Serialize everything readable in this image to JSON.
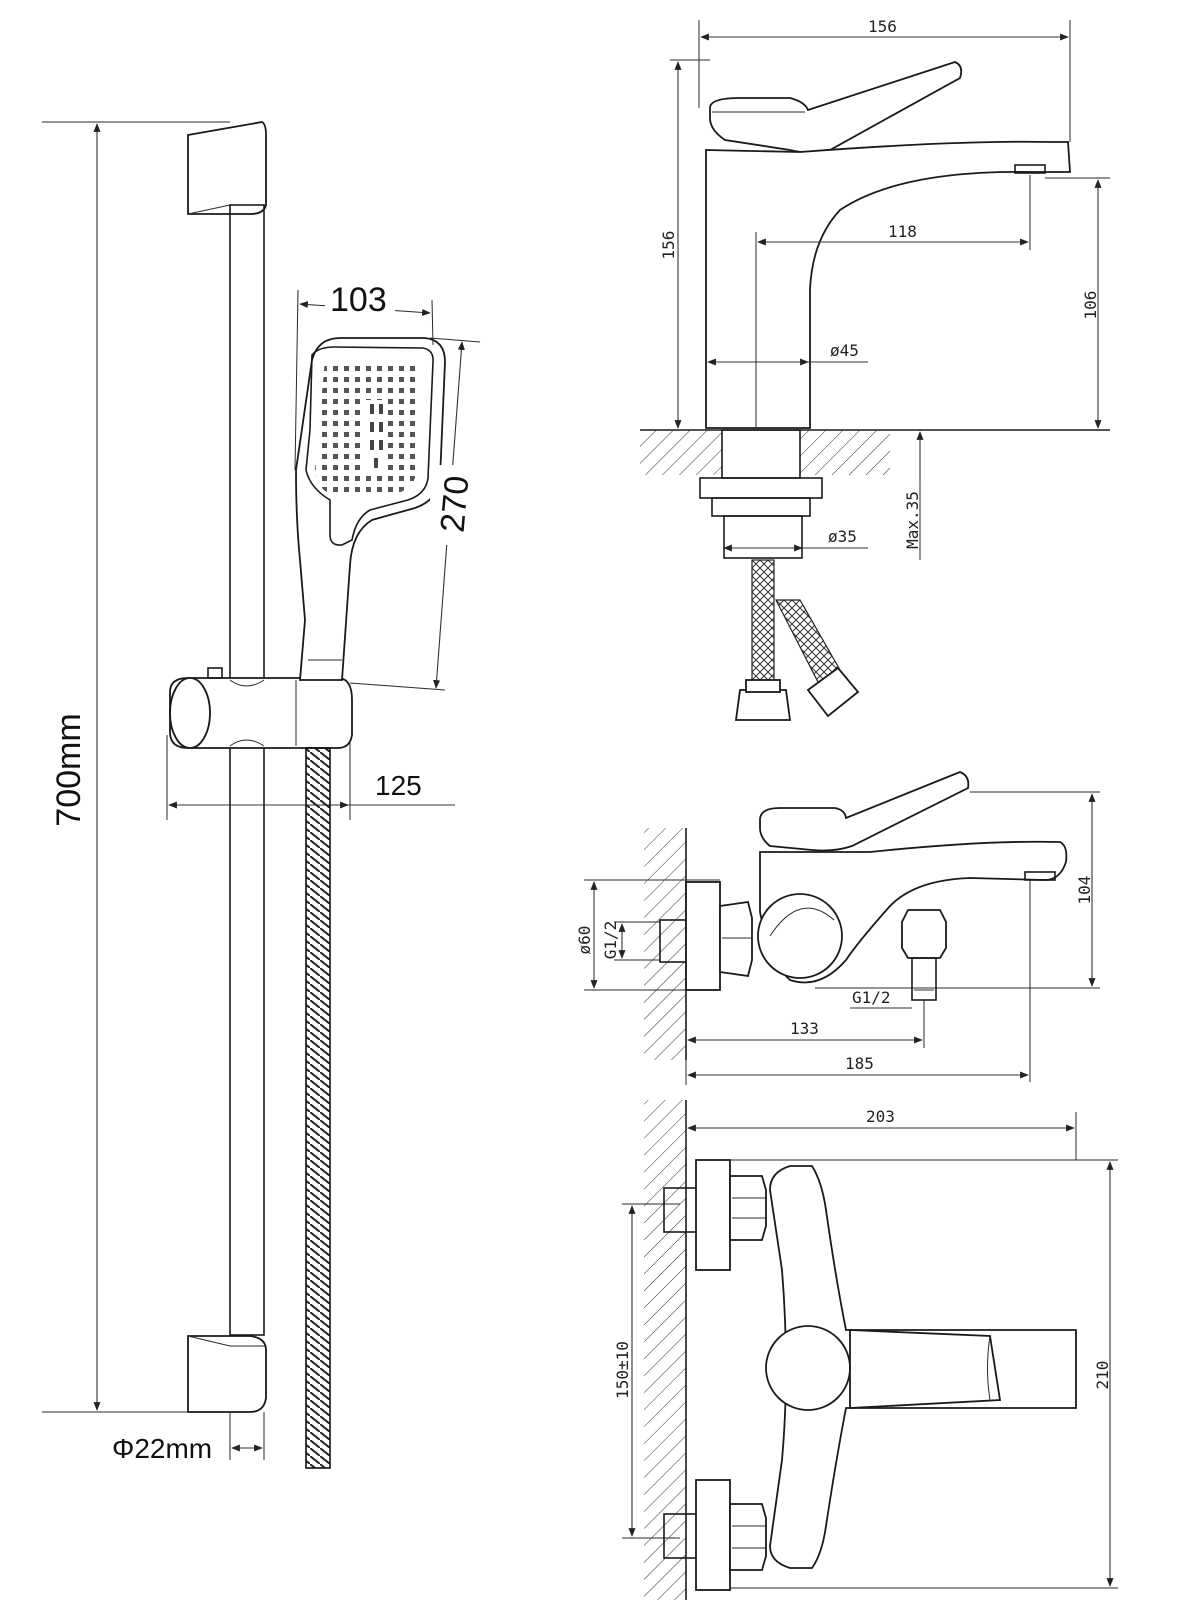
{
  "shower_set": {
    "rail_height": "700mm",
    "rail_diameter": "Φ22mm",
    "head_width": "103",
    "head_length": "270",
    "holder_depth": "125"
  },
  "basin_mixer": {
    "total_width": "156",
    "total_height": "156",
    "spout_reach": "118",
    "spout_height": "106",
    "body_diameter": "ø45",
    "shank_diameter": "ø35",
    "max_thickness": "Max.35"
  },
  "bath_mixer_side": {
    "flange_diameter": "ø60",
    "inlet_thread": "G1/2",
    "outlet_thread": "G1/2",
    "outlet_offset": "133",
    "total_depth": "185",
    "height": "104"
  },
  "bath_mixer_top": {
    "total_depth": "203",
    "total_width": "210",
    "inlet_spacing": "150±10"
  }
}
